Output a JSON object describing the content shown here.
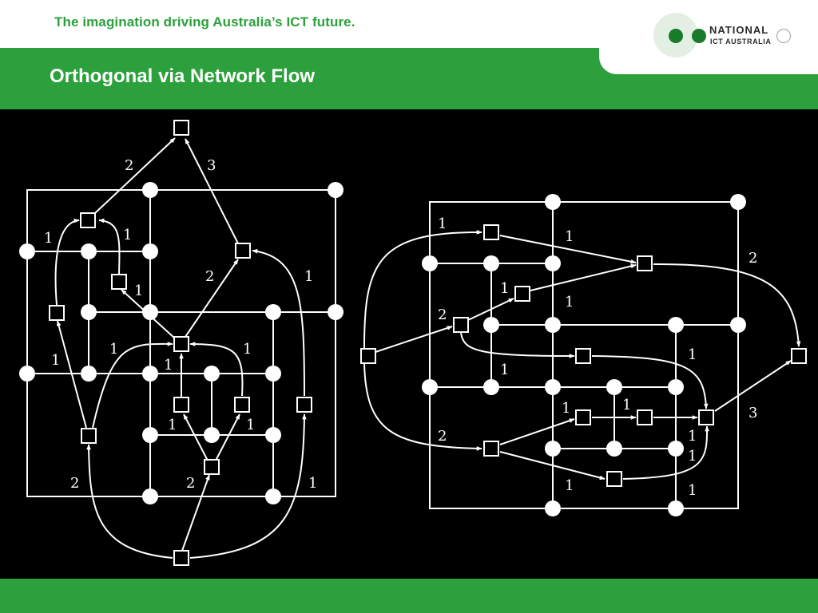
{
  "header": {
    "tagline": "The imagination driving Australia’s ICT future.",
    "logo": {
      "line1": "NATIONAL",
      "line2": "ICT AUSTRALIA"
    }
  },
  "slide": {
    "title": "Orthogonal via Network Flow"
  },
  "colors": {
    "green": "#2ca03c",
    "dark_green": "#1a7a2c",
    "background": "#000000",
    "ink": "#ffffff"
  },
  "left_diagram": {
    "labels": [
      "2",
      "3",
      "1",
      "1",
      "1",
      "2",
      "1",
      "1",
      "1",
      "1",
      "1",
      "1",
      "1",
      "2",
      "2",
      "1"
    ]
  },
  "right_diagram": {
    "labels": [
      "1",
      "1",
      "2",
      "1",
      "1",
      "2",
      "1",
      "1",
      "1",
      "1",
      "1",
      "3",
      "2",
      "1",
      "1",
      "1"
    ]
  }
}
